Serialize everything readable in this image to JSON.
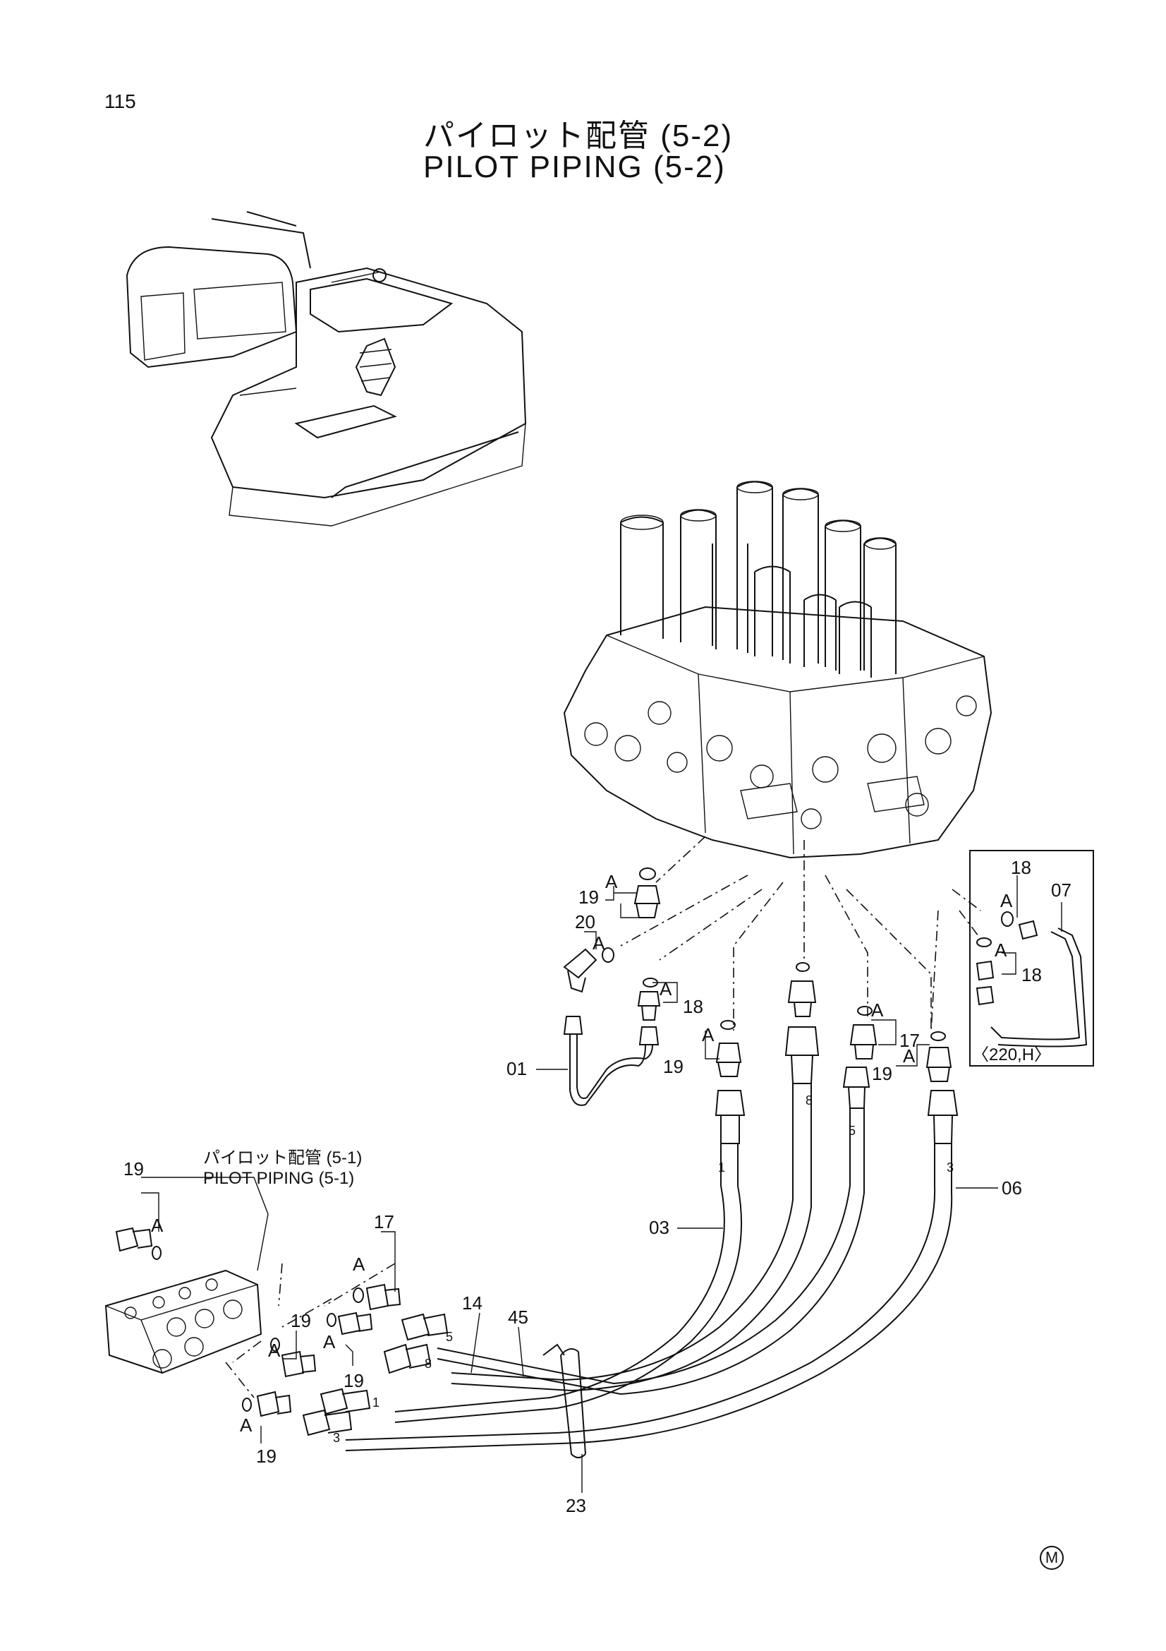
{
  "page_number": "115",
  "title": {
    "japanese": "パイロット配管 (5-2)",
    "english": "PILOT PIPING (5-2)"
  },
  "reference": {
    "japanese": "パイロット配管 (5-1)",
    "english": "PILOT PIPING (5-1)"
  },
  "variant_note": "〈220,H〉",
  "view_marker": "M",
  "callout_letter": "A",
  "part_callouts": [
    "01",
    "03",
    "06",
    "07",
    "14",
    "17",
    "18",
    "19",
    "20",
    "23",
    "45"
  ],
  "hose_marks": [
    "1",
    "3",
    "5",
    "8"
  ]
}
